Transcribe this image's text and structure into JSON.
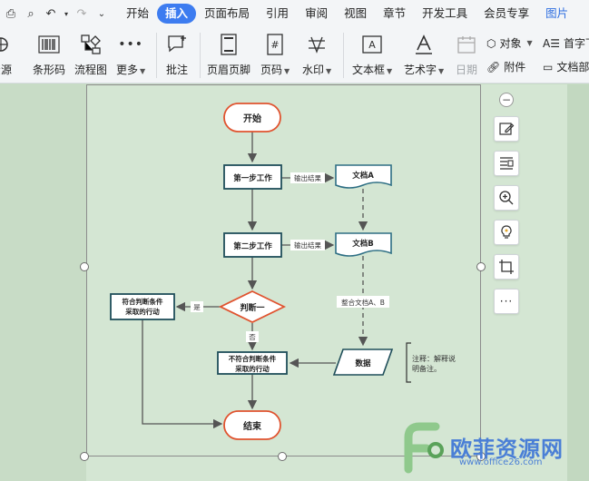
{
  "menubar": {
    "items": [
      "开始",
      "插入",
      "页面布局",
      "引用",
      "审阅",
      "视图",
      "章节",
      "开发工具",
      "会员专享",
      "图片"
    ],
    "active": "插入"
  },
  "ribbon": {
    "resource": "资源",
    "barcode": "条形码",
    "flowchart": "流程图",
    "more": "更多",
    "comment": "批注",
    "header_footer": "页眉页脚",
    "page_number": "页码",
    "watermark": "水印",
    "textbox": "文本框",
    "wordart": "艺术字",
    "date": "日期",
    "object": "对象",
    "attachment": "附件",
    "dropcap": "首字下",
    "docparts": "文档部"
  },
  "flow": {
    "start": "开始",
    "step1": "第一步工作",
    "output1": "输出结果",
    "docA": "文档A",
    "step2": "第二步工作",
    "output2": "输出结果",
    "docB": "文档B",
    "merge": "整合文档A、B",
    "decision": "判断一",
    "yes": "是",
    "no": "否",
    "match_line1": "符合判断条件",
    "match_line2": "采取的行动",
    "nomatch_line1": "不符合判断条件",
    "nomatch_line2": "采取的行动",
    "data": "数据",
    "note_line1": "注释：解释说",
    "note_line2": "明备注。",
    "end": "结束"
  },
  "watermark": {
    "text": "欧菲资源网",
    "url": "www.office26.com"
  },
  "colors": {
    "accent": "#3d7cf0",
    "terminal_border": "#e0532f",
    "process_border": "#1f4e5a",
    "doc_border": "#2e6f84"
  }
}
